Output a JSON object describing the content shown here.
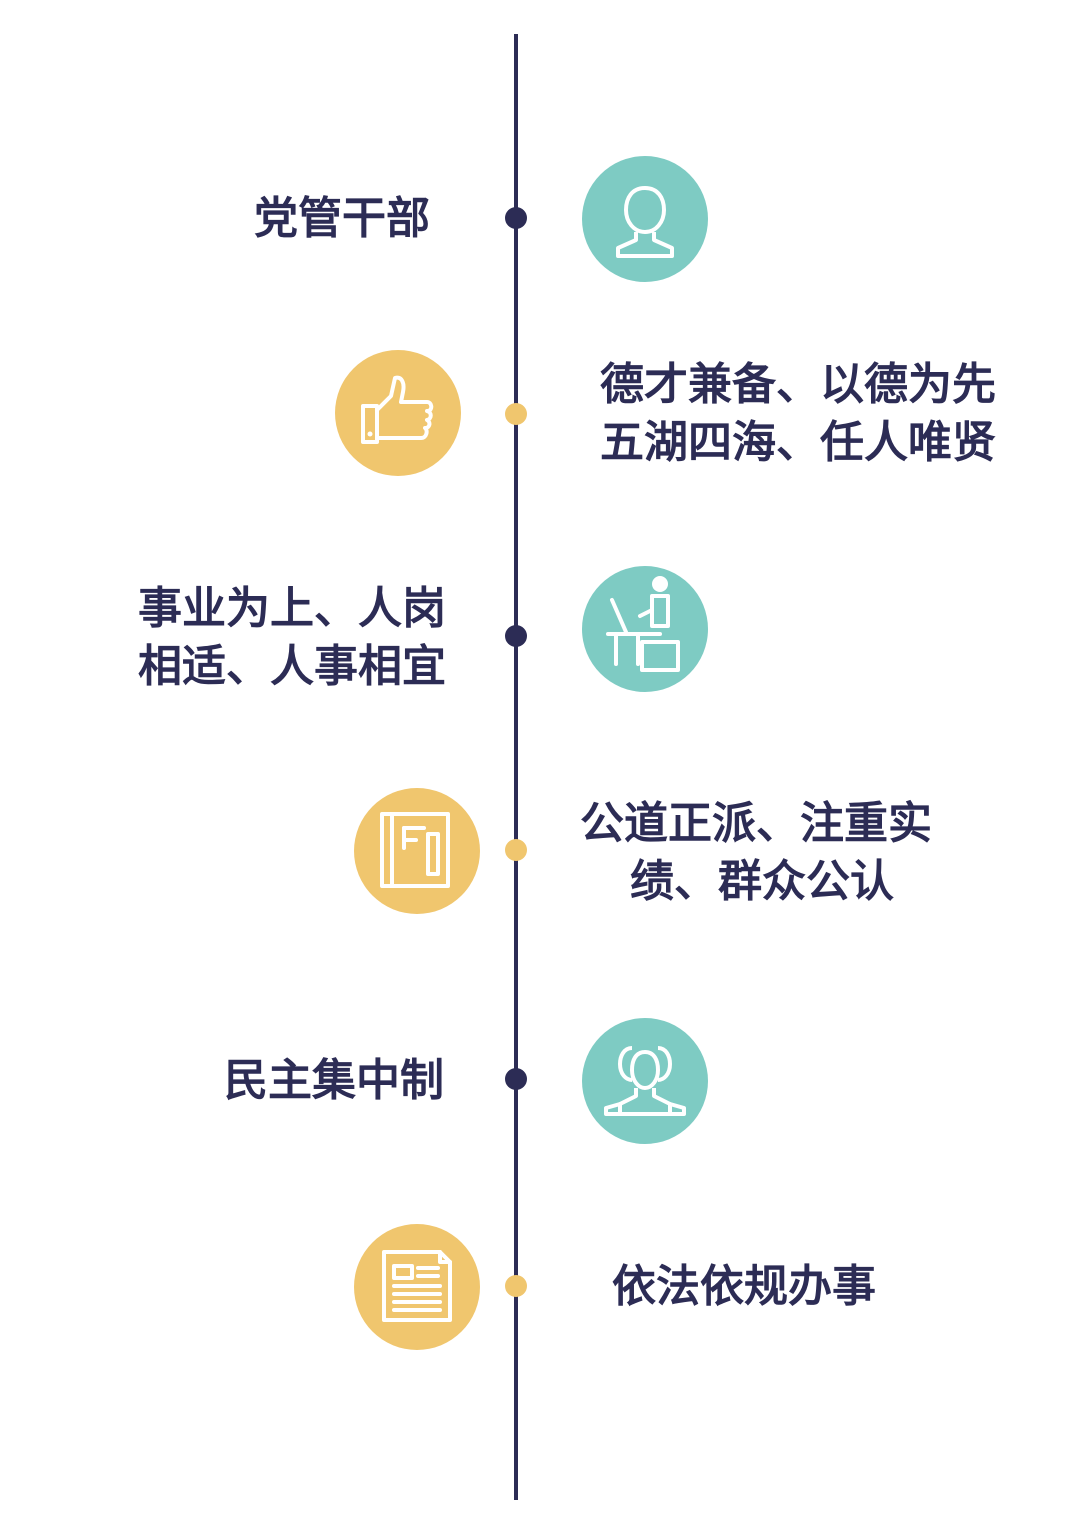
{
  "colors": {
    "axis": "#2c2c55",
    "text": "#2c2c55",
    "teal": "#7ecbc3",
    "gold": "#f0c66e",
    "icon_stroke": "#ffffff"
  },
  "items": [
    {
      "lines": [
        "党管干部"
      ],
      "icon": "user-icon",
      "color": "teal"
    },
    {
      "lines": [
        "德才兼备、以德为先",
        "五湖四海、任人唯贤"
      ],
      "icon": "thumbs-up-icon",
      "color": "gold"
    },
    {
      "lines": [
        "事业为上、人岗",
        "相适、人事相宜"
      ],
      "icon": "desk-worker-icon",
      "color": "teal"
    },
    {
      "lines": [
        "公道正派、注重实",
        "绩、群众公认"
      ],
      "icon": "notebook-icon",
      "color": "gold"
    },
    {
      "lines": [
        "民主集中制"
      ],
      "icon": "group-icon",
      "color": "teal"
    },
    {
      "lines": [
        "依法依规办事"
      ],
      "icon": "newspaper-icon",
      "color": "gold"
    }
  ]
}
